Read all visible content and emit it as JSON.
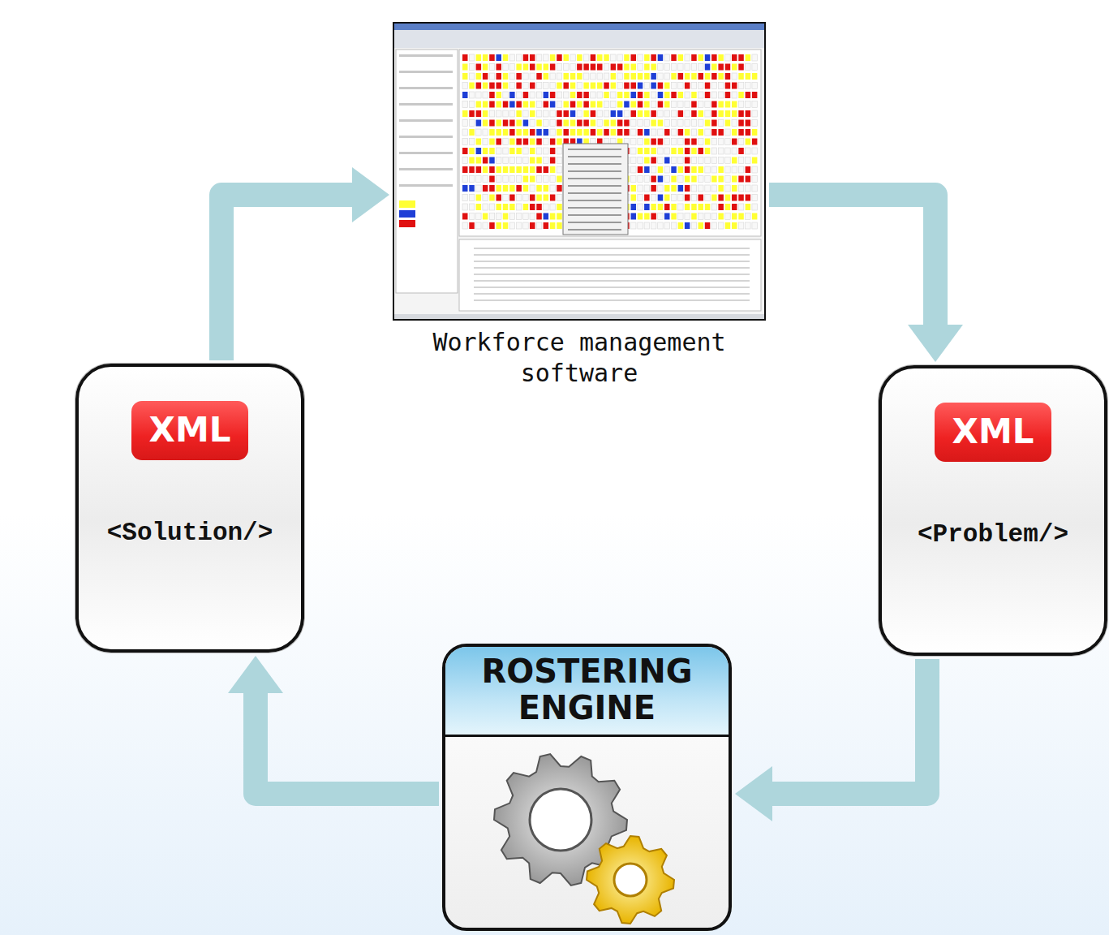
{
  "diagram": {
    "nodes": [
      {
        "text": [
          "Workforce management software"
        ]
      },
      {
        "text": [
          "XML",
          "<Problem/>"
        ]
      },
      {
        "text": [
          "ROSTERING ENGINE"
        ]
      },
      {
        "text": [
          "XML",
          "<Solution/>"
        ]
      }
    ],
    "edges": [
      {
        "from": 0,
        "to": 1,
        "arrow": "to"
      },
      {
        "from": 1,
        "to": 2,
        "arrow": "to"
      },
      {
        "from": 2,
        "to": 3,
        "arrow": "to"
      },
      {
        "from": 3,
        "to": 0,
        "arrow": "to"
      }
    ]
  }
}
